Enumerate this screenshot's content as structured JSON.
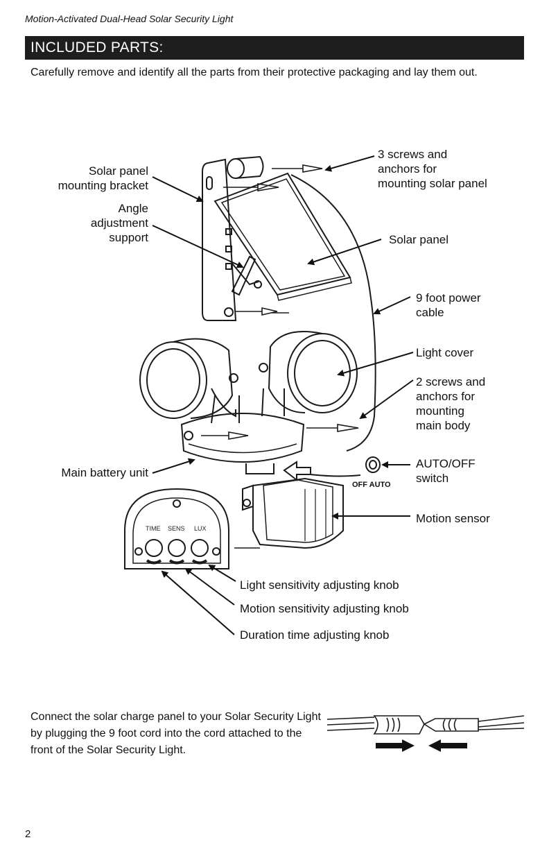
{
  "header": {
    "doc_title": "Motion-Activated Dual-Head Solar Security Light"
  },
  "section": {
    "title": "INCLUDED PARTS:",
    "intro": "Carefully remove and identify all the parts from their protective packaging and lay them out."
  },
  "labels": {
    "solar_panel_bracket": "Solar panel\nmounting bracket",
    "angle_support": "Angle\nadjustment\nsupport",
    "screws_solar": "3 screws and\nanchors for\nmounting solar panel",
    "solar_panel": "Solar panel",
    "power_cable": "9 foot power\ncable",
    "light_cover": "Light cover",
    "screws_body": "2 screws and\nanchors for\nmounting\nmain body",
    "battery_unit": "Main battery unit",
    "auto_off_switch": "AUTO/OFF\nswitch",
    "switch_positions": "OFF AUTO",
    "motion_sensor": "Motion sensor",
    "light_knob": "Light sensitivity adjusting knob",
    "motion_knob": "Motion sensitivity adjusting knob",
    "duration_knob": "Duration time adjusting knob",
    "knob_time": "TIME",
    "knob_sens": "SENS",
    "knob_lux": "LUX"
  },
  "connect": {
    "text": "Connect the solar charge panel to your Solar Security Light by plugging the 9 foot cord into the cord attached to the front of the Solar Security Light."
  },
  "footer": {
    "page_number": "2"
  }
}
